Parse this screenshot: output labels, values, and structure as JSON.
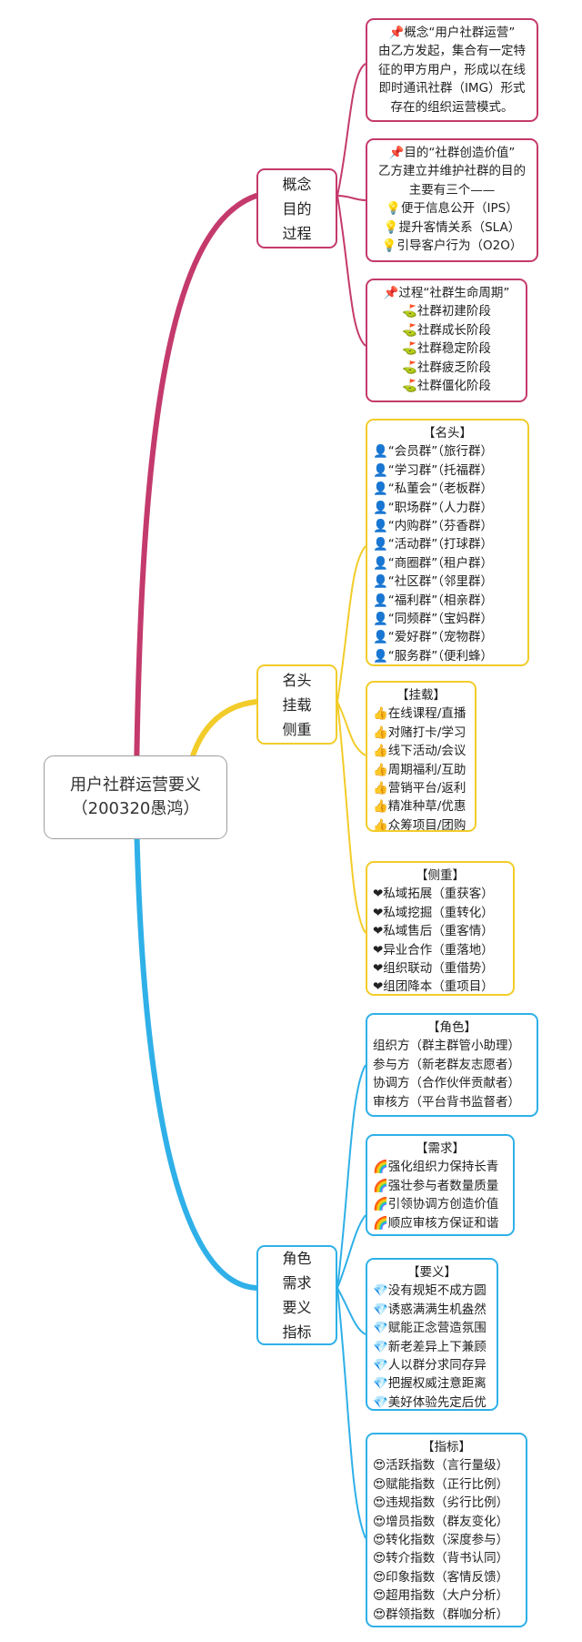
{
  "root": {
    "line1": "用户社群运营要义",
    "line2": "（200320愚鸿）"
  },
  "colors": {
    "magenta": "#c43a6c",
    "yellow": "#f2cc2a",
    "blue": "#2fb0e8",
    "root_border": "#9e9e9e"
  },
  "icons": {
    "pin": "pin-icon",
    "bulb": "lightbulb-icon",
    "flag": "golf-flag-icon",
    "user": "user-silhouette-icon",
    "thumb": "thumbs-up-icon",
    "heart": "heart-icon",
    "rainbow": "rainbow-icon",
    "gem": "gem-icon",
    "smile": "heart-eyes-icon"
  },
  "branches": [
    {
      "id": "b1",
      "lines": [
        "概念",
        "目的",
        "过程"
      ]
    },
    {
      "id": "b2",
      "lines": [
        "名头",
        "挂载",
        "侧重"
      ]
    },
    {
      "id": "b3",
      "lines": [
        "角色",
        "需求",
        "要义",
        "指标"
      ]
    }
  ],
  "nodes": {
    "concept": {
      "lines": [
        "📌概念“用户社群运营”",
        "由乙方发起，集合有一定特",
        "征的甲方用户，形成以在线",
        "即时通讯社群（IMG）形式",
        "存在的组织运营模式。"
      ]
    },
    "purpose": {
      "lines": [
        "📌目的“社群创造价值”",
        "乙方建立并维护社群的目的",
        "主要有三个——",
        "💡便于信息公开（IPS）",
        "💡提升客情关系（SLA）",
        "💡引导客户行为（O2O）"
      ]
    },
    "process": {
      "lines": [
        "📌过程“社群生命周期”",
        "⛳社群初建阶段",
        "⛳社群成长阶段",
        "⛳社群稳定阶段",
        "⛳社群疲乏阶段",
        "⛳社群僵化阶段"
      ]
    },
    "mingtou": {
      "lines": [
        "【名头】",
        "👤“会员群”（旅行群）",
        "👤“学习群”（托福群）",
        "👤“私董会”（老板群）",
        "👤“职场群”（人力群）",
        "👤“内购群”（芬香群）",
        "👤“活动群”（打球群）",
        "👤“商圈群”（租户群）",
        "👤“社区群”（邻里群）",
        "👤“福利群”（相亲群）",
        "👤“同频群”（宝妈群）",
        "👤“爱好群”（宠物群）",
        "👤“服务群”（便利蜂）"
      ]
    },
    "guazai": {
      "lines": [
        "【挂载】",
        "👍在线课程/直播",
        "👍对赌打卡/学习",
        "👍线下活动/会议",
        "👍周期福利/互助",
        "👍营销平台/返利",
        "👍精准种草/优惠",
        "👍众筹项目/团购"
      ]
    },
    "cezhong": {
      "lines": [
        "【侧重】",
        "❤私域拓展（重获客）",
        "❤私域挖掘（重转化）",
        "❤私域售后（重客情）",
        "❤异业合作（重落地）",
        "❤组织联动（重借势）",
        "❤组团降本（重项目）"
      ]
    },
    "juese": {
      "lines": [
        "【角色】",
        "组织方（群主群管小助理）",
        "参与方（新老群友志愿者）",
        "协调方（合作伙伴贡献者）",
        "审核方（平台背书监督者）"
      ]
    },
    "xuqiu": {
      "lines": [
        "【需求】",
        "🌈强化组织力保持长青",
        "🌈强壮参与者数量质量",
        "🌈引领协调方创造价值",
        "🌈顺应审核方保证和谐"
      ]
    },
    "yaoyi": {
      "lines": [
        "【要义】",
        "💎没有规矩不成方圆",
        "💎诱惑满满生机盎然",
        "💎赋能正念营造氛围",
        "💎新老差异上下兼顾",
        "💎人以群分求同存异",
        "💎把握权威注意距离",
        "💎美好体验先定后优"
      ]
    },
    "zhibiao": {
      "lines": [
        "【指标】",
        "😍活跃指数（言行量级）",
        "😍赋能指数（正行比例）",
        "😍违规指数（劣行比例）",
        "😍增员指数（群友变化）",
        "😍转化指数（深度参与）",
        "😍转介指数（背书认同）",
        "😍印象指数（客情反馈）",
        "😍超用指数（大户分析）",
        "😍群领指数（群咖分析）"
      ]
    }
  }
}
